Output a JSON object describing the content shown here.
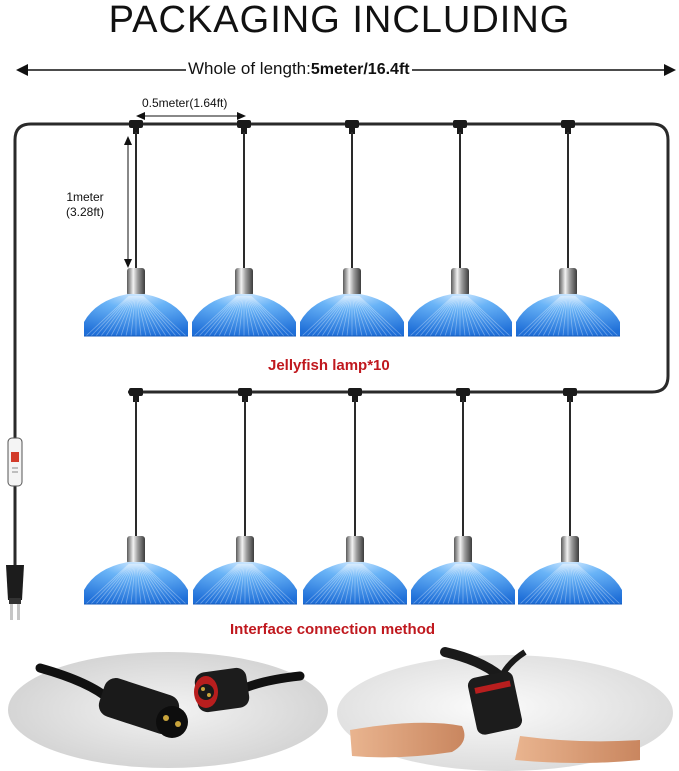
{
  "title": "PACKAGING INCLUDING",
  "length": {
    "prefix": "Whole of length",
    "separator": ":",
    "value": "5meter/16.4ft"
  },
  "spacing_label": "0.5meter(1.64ft)",
  "drop_label": {
    "line1": "1meter",
    "line2": "(3.28ft)"
  },
  "lamp_caption": "Jellyfish lamp*10",
  "interface_caption": "Interface connection method",
  "colors": {
    "text": "#111111",
    "caption_red": "#c0181e",
    "cable": "#2a2a2a",
    "shade_light": "#9fd2ff",
    "shade_mid": "#3f9bf0",
    "shade_dark": "#1b63c9"
  },
  "icons": [
    "plug-icon",
    "inline-switch-icon",
    "connector-photo"
  ]
}
